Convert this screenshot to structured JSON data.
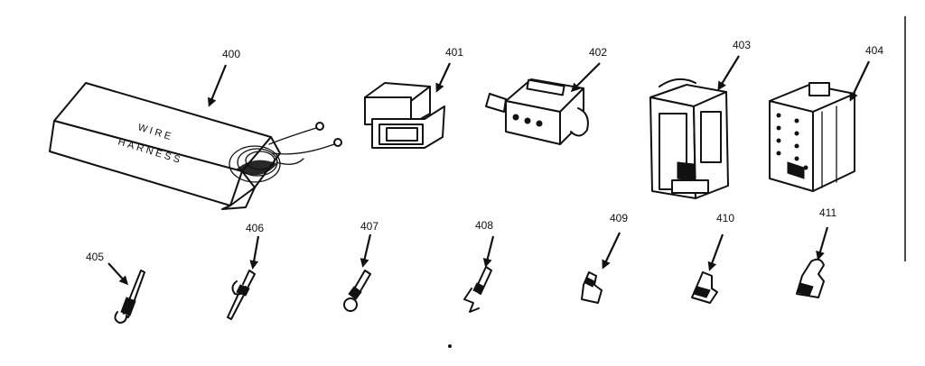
{
  "parts": [
    {
      "id": "wire-harness",
      "label": "400"
    },
    {
      "id": "connector-401",
      "label": "401"
    },
    {
      "id": "connector-402",
      "label": "402"
    },
    {
      "id": "connector-403",
      "label": "403"
    },
    {
      "id": "connector-404",
      "label": "404"
    },
    {
      "id": "terminal-405",
      "label": "405"
    },
    {
      "id": "terminal-406",
      "label": "406"
    },
    {
      "id": "terminal-407",
      "label": "407"
    },
    {
      "id": "terminal-408",
      "label": "408"
    },
    {
      "id": "terminal-409",
      "label": "409"
    },
    {
      "id": "terminal-410",
      "label": "410"
    },
    {
      "id": "terminal-411",
      "label": "411"
    }
  ],
  "harness_box": {
    "line1": "WIRE",
    "line2": "HARNESS"
  }
}
